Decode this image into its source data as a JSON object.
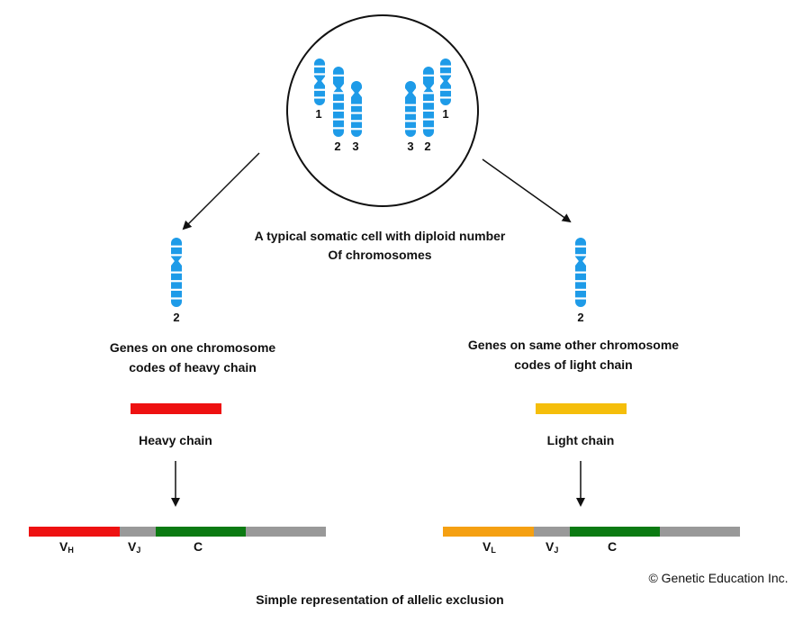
{
  "cell": {
    "left_numbers": [
      "1",
      "2",
      "3"
    ],
    "right_numbers": [
      "3",
      "2",
      "1"
    ],
    "caption_line1": "A typical somatic cell with diploid number",
    "caption_line2": "Of chromosomes"
  },
  "left": {
    "chromosome_number": "2",
    "desc_line1": "Genes on one chromosome",
    "desc_line2": "codes of heavy chain",
    "chain_label": "Heavy chain",
    "gene_labels": {
      "v_main": "V",
      "v_sub": "H",
      "j_main": "V",
      "j_sub": "J",
      "c": "C"
    }
  },
  "right": {
    "chromosome_number": "2",
    "desc_line1": "Genes on same other chromosome",
    "desc_line2": "codes of light chain",
    "chain_label": "Light chain",
    "gene_labels": {
      "v_main": "V",
      "v_sub": "L",
      "j_main": "V",
      "j_sub": "J",
      "c": "C"
    }
  },
  "copyright": "© Genetic Education Inc.",
  "footer_caption": "Simple representation of allelic exclusion",
  "colors": {
    "chromosome": "#1e9be8",
    "heavy": "#ee1111",
    "light": "#f5be0b",
    "light_v": "#f5a012",
    "gray": "#999999",
    "constant": "#0b7a12"
  }
}
